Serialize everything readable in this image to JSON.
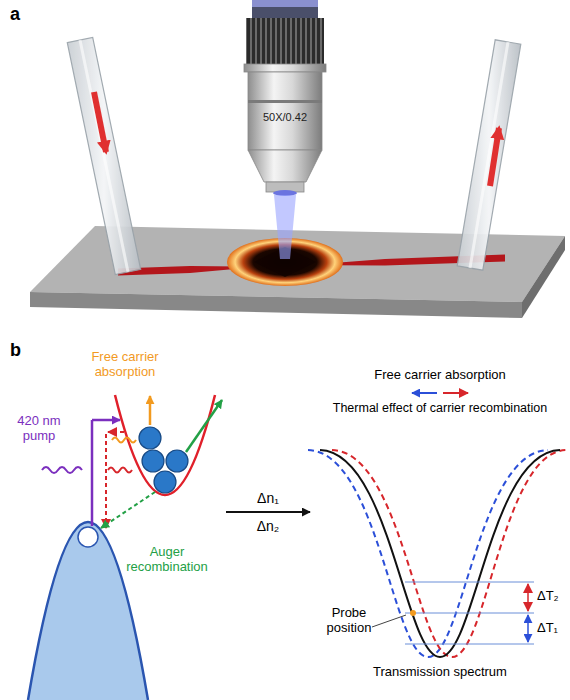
{
  "diagram": {
    "labels": [
      "a",
      "50X/0.42",
      "b",
      "Free carrier absorption",
      "420 nm pump",
      "Auger recombination",
      "Δn₁",
      "Δn₂",
      "Free carrier absorption",
      "Thermal effect of carrier recombination",
      "ΔT₂",
      "ΔT₁",
      "Probe position",
      "Transmission spectrum"
    ]
  }
}
